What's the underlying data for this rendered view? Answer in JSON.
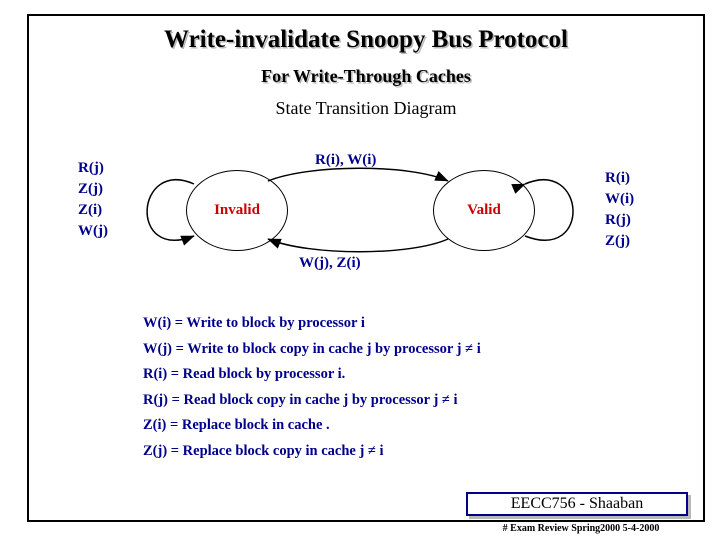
{
  "slide": {
    "title": "Write-invalidate Snoopy Bus Protocol",
    "subtitle": "For Write-Through Caches",
    "subsubtitle": "State Transition Diagram"
  },
  "diagram": {
    "left_labels": [
      "R(j)",
      "Z(j)",
      "Z(i)",
      "W(j)"
    ],
    "right_labels": [
      "R(i)",
      "W(i)",
      "R(j)",
      "Z(j)"
    ],
    "states": [
      {
        "id": "invalid",
        "label": "Invalid"
      },
      {
        "id": "valid",
        "label": "Valid"
      }
    ],
    "transitions": [
      {
        "id": "invalid-to-valid",
        "label": "R(i), W(i)"
      },
      {
        "id": "valid-to-invalid",
        "label": "W(j), Z(i)"
      }
    ]
  },
  "legend": [
    "W(i) =  Write to block by processor i",
    "W(j) = Write to block copy in cache j by processor j  ≠ i",
    "R(i) = Read block by processor i.",
    "R(j) = Read block copy in cache j by processor j  ≠ i",
    "Z(i) = Replace block in cache .",
    "Z(j) = Replace block copy in cache j  ≠ i"
  ],
  "footer": {
    "badge": "EECC756 - Shaaban",
    "note": "#  Exam Review   Spring2000  5-4-2000"
  }
}
